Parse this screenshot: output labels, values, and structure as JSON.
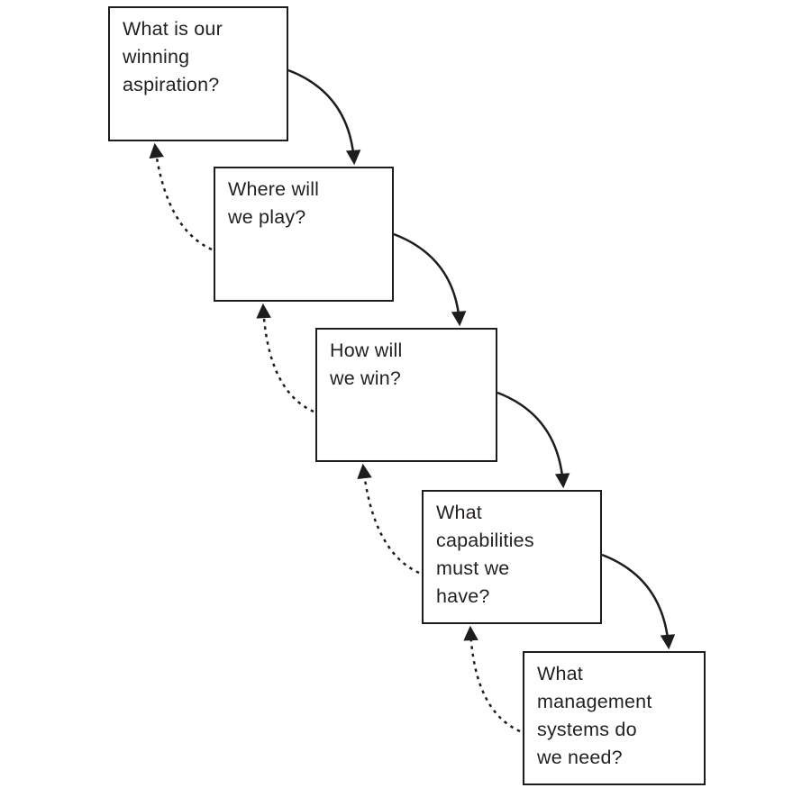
{
  "diagram": {
    "name": "strategy-choice-cascade",
    "type": "flow-cascade",
    "boxes": [
      {
        "id": "winning-aspiration",
        "text": "What is our\nwinning\naspiration?"
      },
      {
        "id": "where-to-play",
        "text": "Where will\nwe play?"
      },
      {
        "id": "how-to-win",
        "text": "How will\nwe win?"
      },
      {
        "id": "capabilities",
        "text": "What\ncapabilities\nmust we\nhave?"
      },
      {
        "id": "management-systems",
        "text": "What\nmanagement\nsystems do\nwe need?"
      }
    ],
    "connections": [
      {
        "from": "winning-aspiration",
        "to": "where-to-play",
        "style": "solid",
        "direction": "forward"
      },
      {
        "from": "where-to-play",
        "to": "how-to-win",
        "style": "solid",
        "direction": "forward"
      },
      {
        "from": "how-to-win",
        "to": "capabilities",
        "style": "solid",
        "direction": "forward"
      },
      {
        "from": "capabilities",
        "to": "management-systems",
        "style": "solid",
        "direction": "forward"
      },
      {
        "from": "where-to-play",
        "to": "winning-aspiration",
        "style": "dashed",
        "direction": "feedback"
      },
      {
        "from": "how-to-win",
        "to": "where-to-play",
        "style": "dashed",
        "direction": "feedback"
      },
      {
        "from": "capabilities",
        "to": "how-to-win",
        "style": "dashed",
        "direction": "feedback"
      },
      {
        "from": "management-systems",
        "to": "capabilities",
        "style": "dashed",
        "direction": "feedback"
      }
    ],
    "colors": {
      "stroke": "#1d1d1b",
      "text": "#231f20",
      "background": "#ffffff"
    }
  }
}
